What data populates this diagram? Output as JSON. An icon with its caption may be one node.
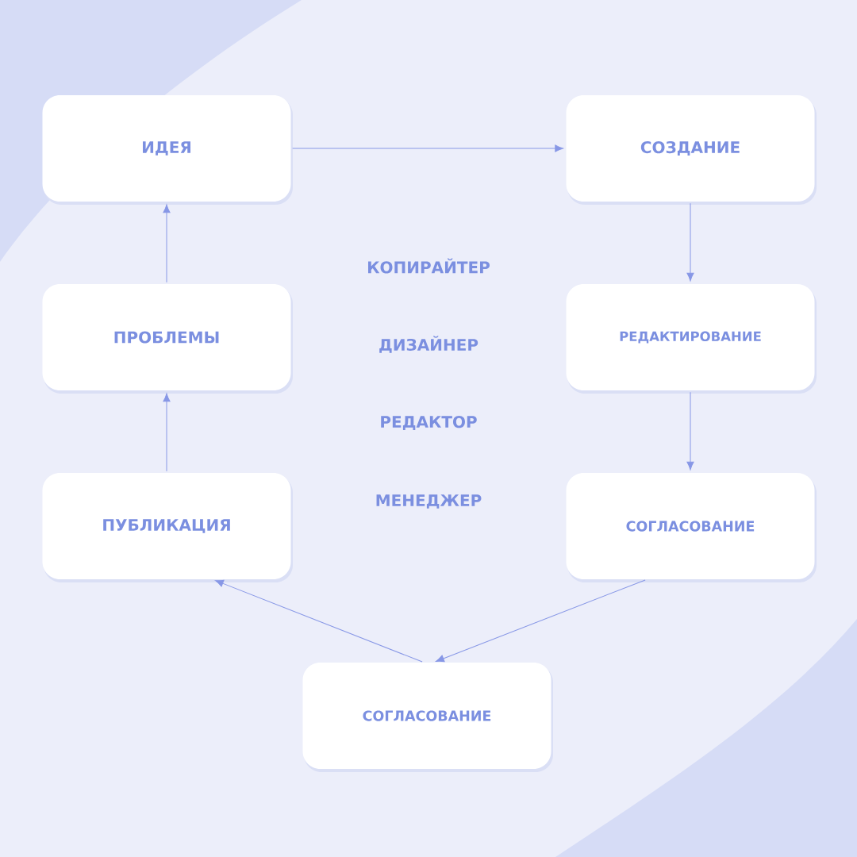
{
  "diagram": {
    "nodes": [
      {
        "text": [
          "ИДЕЯ"
        ]
      },
      {
        "text": [
          "СОЗДАНИЕ"
        ]
      },
      {
        "text": [
          "ПРОБЛЕМЫ"
        ]
      },
      {
        "text": [
          "РЕДАКТИРОВАНИЕ"
        ]
      },
      {
        "text": [
          "ПУБЛИКАЦИЯ"
        ]
      },
      {
        "text": [
          "СОГЛАСОВАНИЕ"
        ]
      },
      {
        "text": [
          "СОГЛАСОВАНИЕ"
        ]
      }
    ],
    "edges": [
      {
        "from": 0,
        "to": 1,
        "arrow": "to"
      },
      {
        "from": 1,
        "to": 3,
        "arrow": "to"
      },
      {
        "from": 3,
        "to": 5,
        "arrow": "to"
      },
      {
        "from": 5,
        "to": 6,
        "arrow": "to"
      },
      {
        "from": 6,
        "to": 4,
        "arrow": "to"
      },
      {
        "from": 4,
        "to": 2,
        "arrow": "to"
      },
      {
        "from": 2,
        "to": 0,
        "arrow": "to"
      }
    ],
    "labels": [
      "КОПИРАЙТЕР",
      "ДИЗАЙНЕР",
      "РЕДАКТОР",
      "МЕНЕДЖЕР"
    ]
  }
}
